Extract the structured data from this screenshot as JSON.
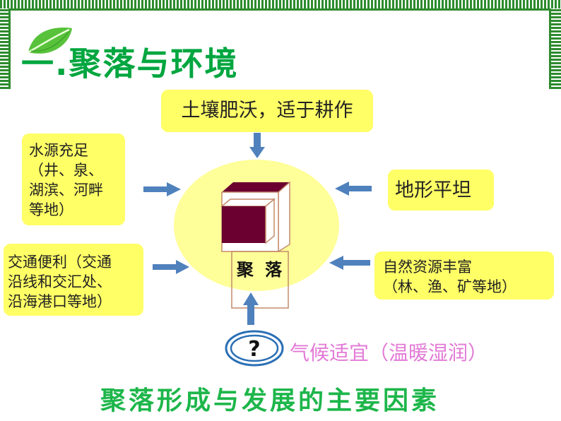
{
  "title": "一.聚落与环境",
  "center_label": "聚 落",
  "factors": {
    "top": "土壤肥沃，适于耕作",
    "left_upper": [
      "水源充足",
      "（井、泉、",
      "湖滨、河畔",
      "等地）"
    ],
    "right_upper": "地形平坦",
    "left_lower": [
      "交通便利（交通",
      "沿线和交汇处、",
      "沿海港口等地）"
    ],
    "right_lower": [
      "自然资源丰富",
      "（林、渔、矿等地）"
    ],
    "bottom": "气候适宜（温暖湿润）"
  },
  "subtitle": "聚落形成与发展的主要因素",
  "icons": {
    "leaf": "leaf-icon",
    "question": "question-mark-icon",
    "house": "house-icon"
  },
  "colors": {
    "frame": "#2e8b2e",
    "title": "#00a63f",
    "box": "#ffff66",
    "circle": "#ffff99",
    "arrow": "#4f81bd",
    "house": "#6b0030",
    "climate": "#e27ad6",
    "subtitle": "#1db64a"
  }
}
